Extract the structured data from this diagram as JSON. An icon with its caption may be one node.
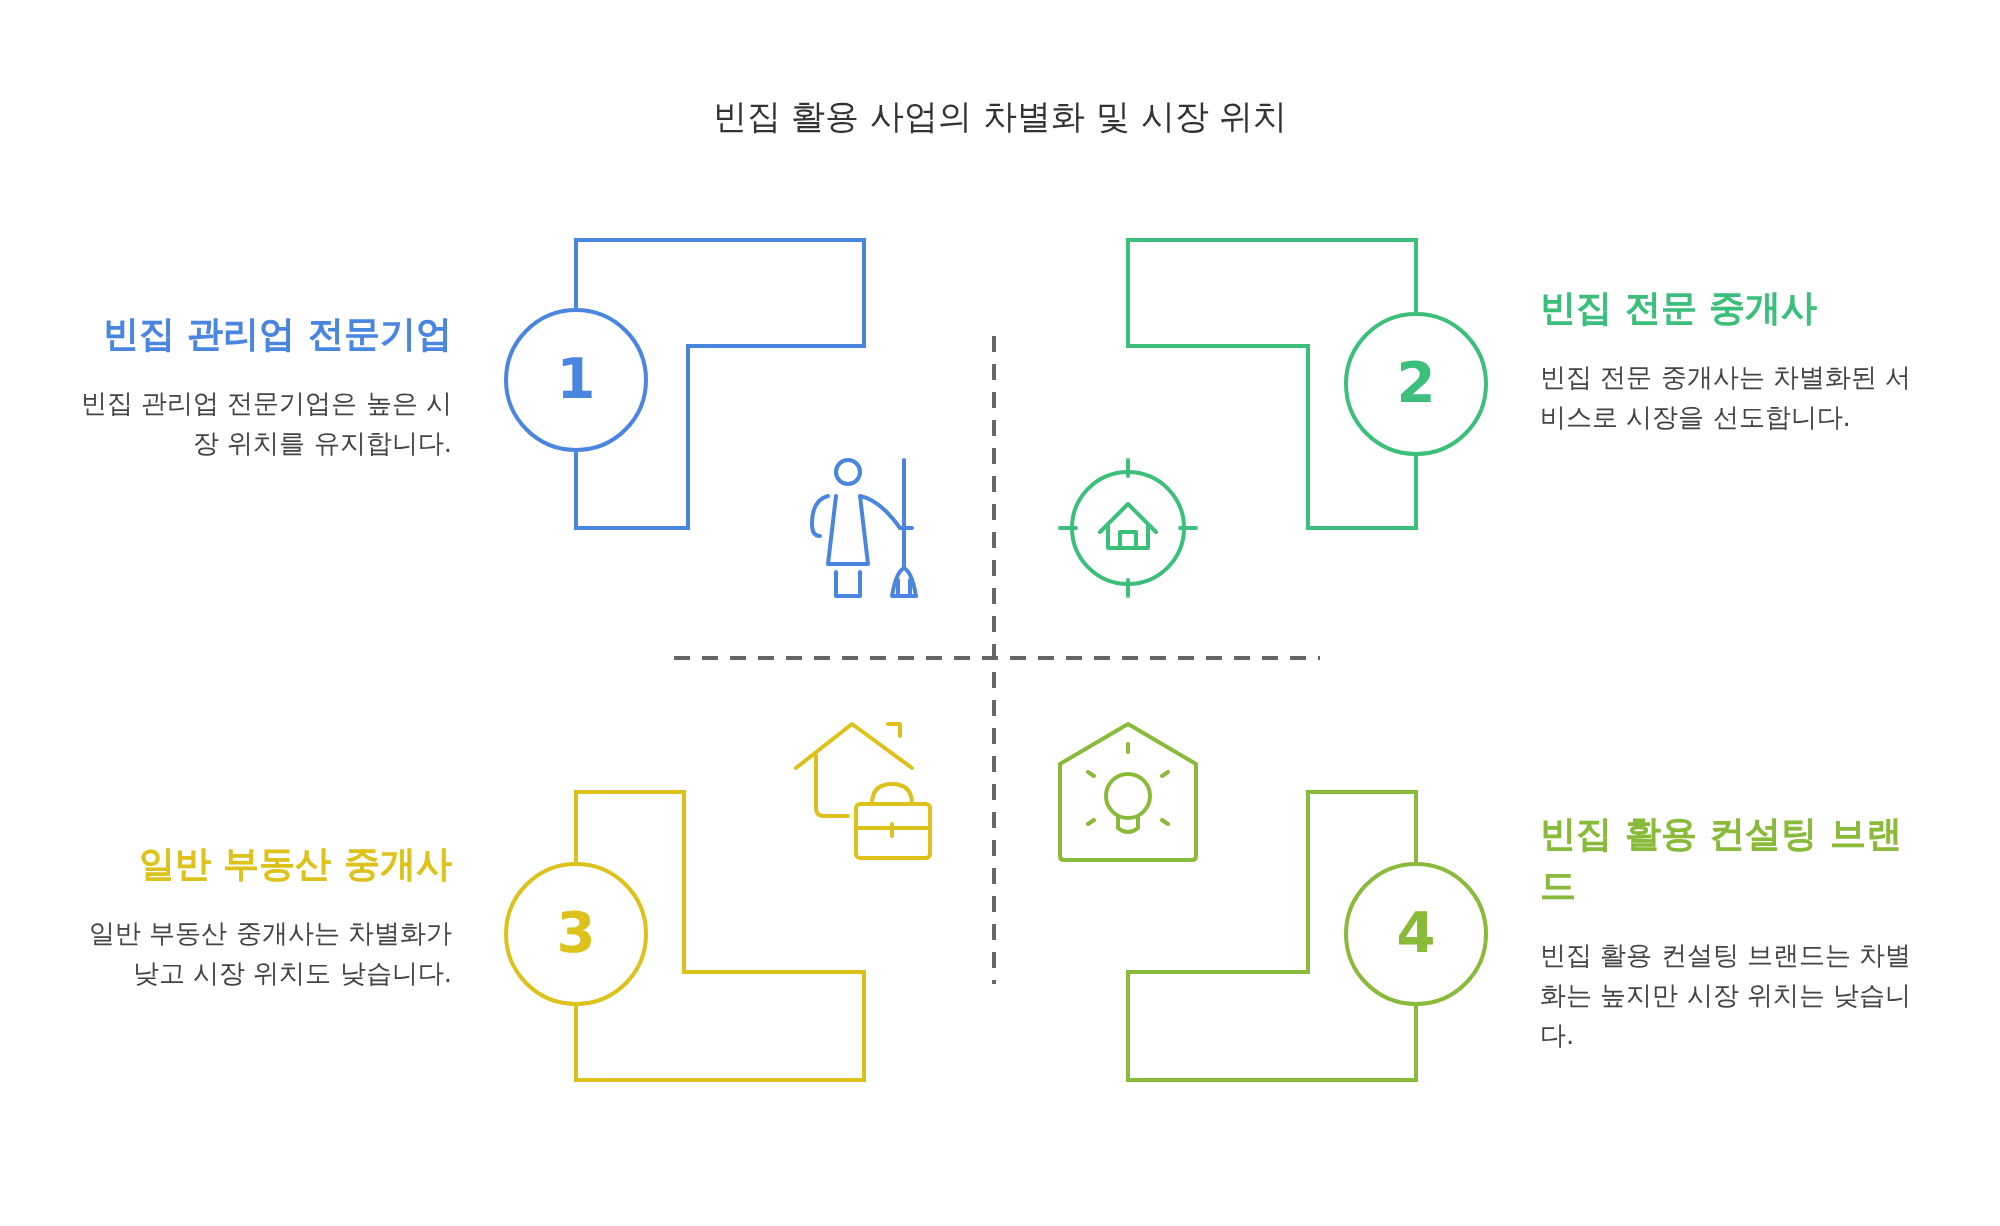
{
  "diagram": {
    "title": "빈집 활용 사업의 차별화 및 시장 위치",
    "nodes": [
      {
        "text": [
          "1"
        ],
        "beside": [
          "빈집 관리업 전문기업",
          "빈집 관리업 전문기업은 높은 시장 위치를 유지합니다."
        ]
      },
      {
        "text": [
          "2"
        ],
        "beside": [
          "빈집 전문 중개사",
          "빈집 전문 중개사는 차별화된 서비스로 시장을 선도합니다."
        ]
      },
      {
        "text": [
          "3"
        ],
        "beside": [
          "일반 부동산 중개사",
          "일반 부동산 중개사는 차별화가 낮고 시장 위치도 낮습니다."
        ]
      },
      {
        "text": [
          "4"
        ],
        "beside": [
          "빈집 활용 컨설팅 브랜드",
          "빈집 활용 컨설팅 브랜드는 차별화는 높지만 시장 위치는 낮습니다."
        ]
      }
    ]
  }
}
